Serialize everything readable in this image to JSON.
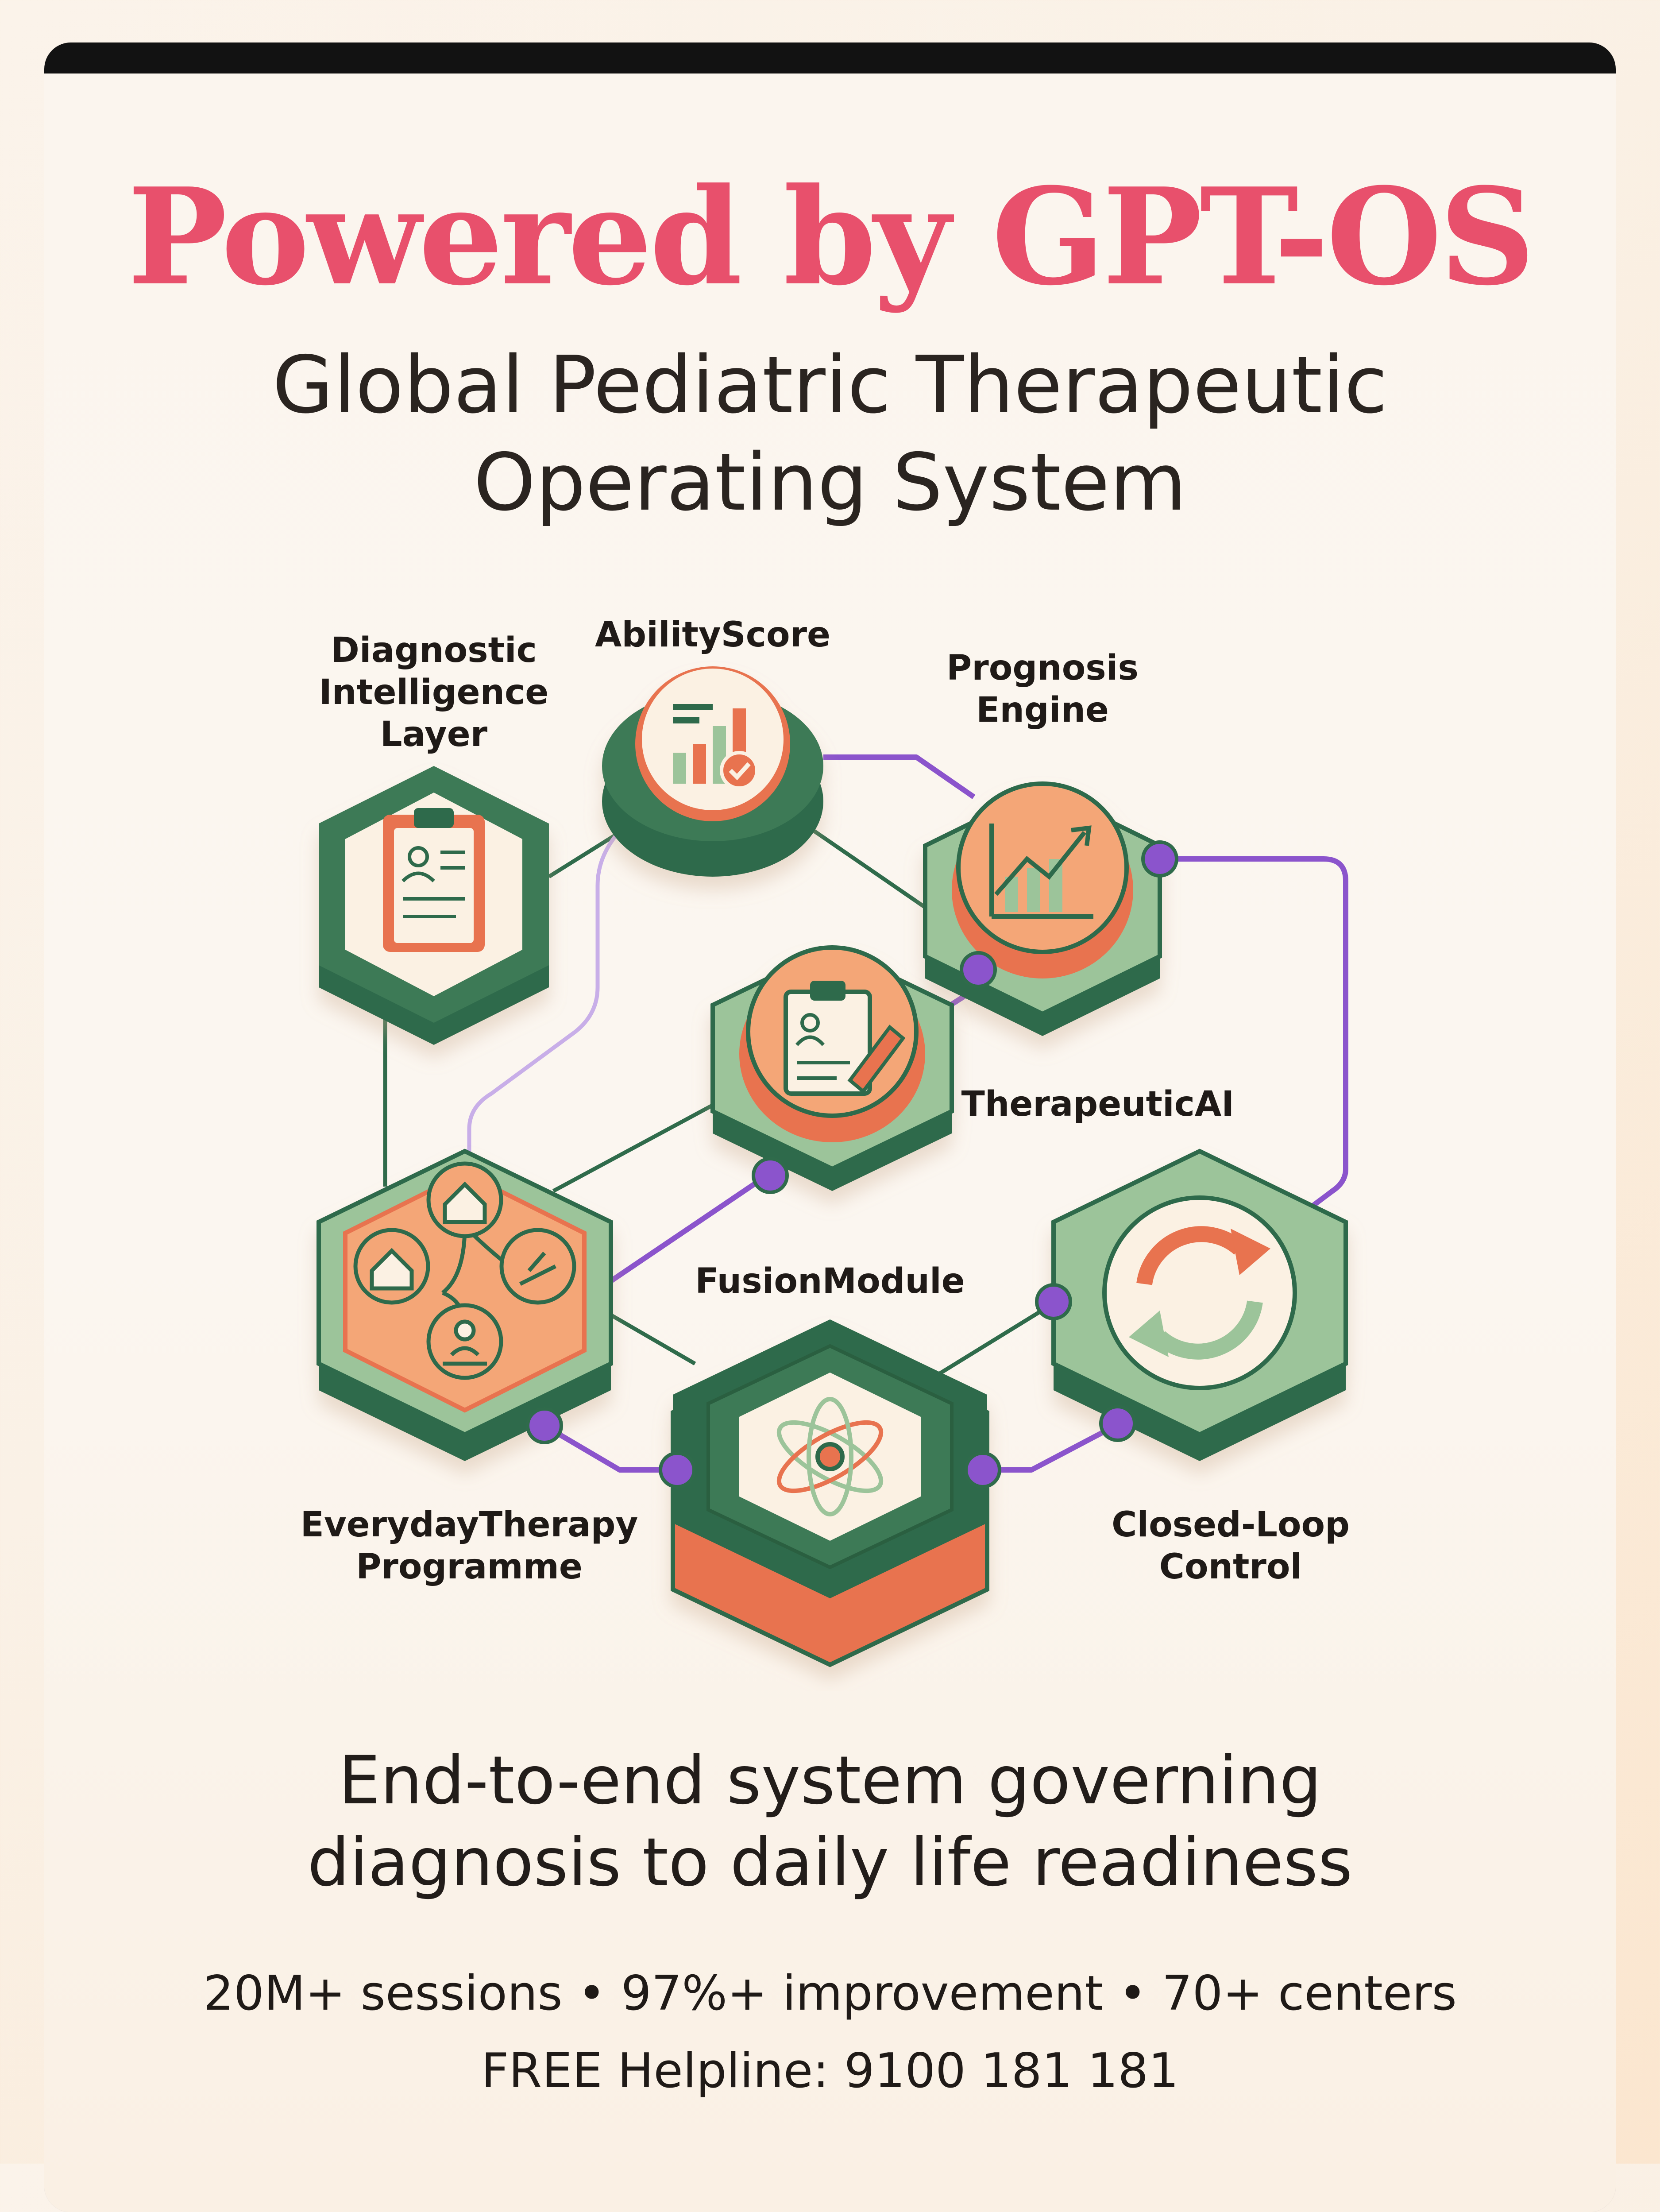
{
  "header": {
    "title": "Powered by GPT-OS",
    "subtitle_line1": "Global Pediatric Therapeutic",
    "subtitle_line2": "Operating System"
  },
  "diagram": {
    "nodes": {
      "diagnostic": {
        "line1": "Diagnostic",
        "line2": "Intelligence",
        "line3": "Layer",
        "icon": "clipboard-profile-icon"
      },
      "ability": {
        "line1": "AbilityScore",
        "icon": "bar-chart-check-icon"
      },
      "prognosis": {
        "line1": "Prognosis",
        "line2": "Engine",
        "icon": "trend-chart-icon"
      },
      "therapeutic": {
        "line1": "TherapeuticAI",
        "icon": "clipboard-pen-icon"
      },
      "everyday": {
        "line1": "EverydayTherapy",
        "line2": "Programme",
        "icon": "home-therapy-icon"
      },
      "fusion": {
        "line1": "FusionModule",
        "icon": "atom-icon"
      },
      "closedloop": {
        "line1": "Closed-Loop",
        "line2": "Control",
        "icon": "refresh-cycle-icon"
      }
    },
    "colors": {
      "dark_green": "#2f6b4b",
      "light_green": "#9cc49a",
      "coral": "#e8734f",
      "peach": "#f4a677",
      "cream": "#fbf1e3",
      "purple": "#8b54cc",
      "title_pink": "#e8506c"
    }
  },
  "footer": {
    "tagline_line1": "End-to-end system governing",
    "tagline_line2": "diagnosis to daily life readiness",
    "stats": "20M+ sessions • 97%+ improvement • 70+ centers",
    "helpline": "FREE Helpline: 9100 181 181"
  }
}
